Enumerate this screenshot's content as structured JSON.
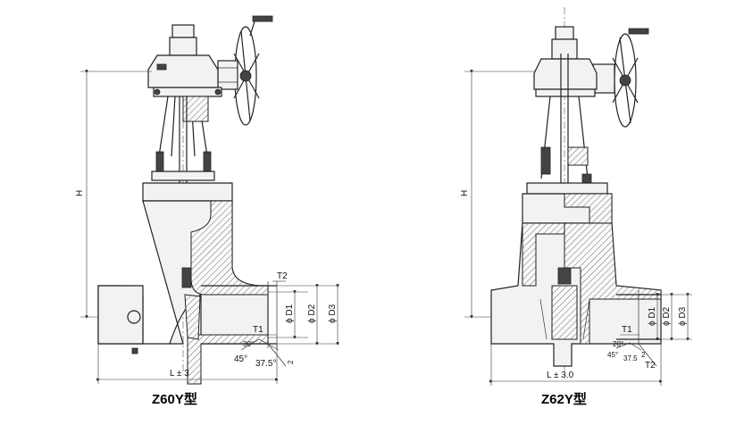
{
  "left": {
    "caption": "Z60Y型",
    "height_label": "H",
    "length_label": "L ± 3",
    "d1": "D1",
    "d2": "D2",
    "d3": "D3",
    "phi": "ϕ",
    "t1": "T1",
    "t2": "T2",
    "a30": "30°",
    "a45": "45°",
    "a375": "37.5°",
    "dim2": "2"
  },
  "right": {
    "caption": "Z62Y型",
    "height_label": "H",
    "length_label": "L ± 3.0",
    "d1": "D1",
    "d2": "D2",
    "d3": "D3",
    "phi": "ϕ",
    "t1": "T1",
    "t2": "T2",
    "a20": "20°",
    "a45": "45°",
    "a375": "37.5",
    "dim2": "2"
  }
}
